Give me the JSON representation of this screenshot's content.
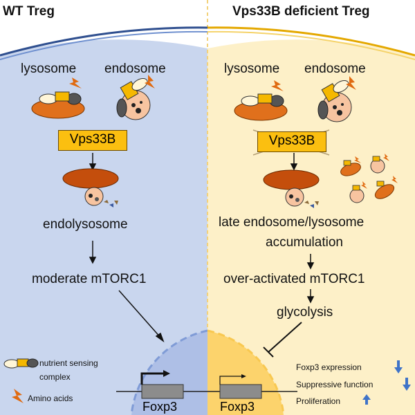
{
  "left_panel": {
    "title": "WT Treg",
    "lysosome_label": "lysosome",
    "endosome_label": "endosome",
    "vps_label": "Vps33B",
    "endolysosome_label": "endolysosome",
    "mtorc1_label": "moderate mTORC1",
    "gene_label": "Foxp3"
  },
  "right_panel": {
    "title": "Vps33B deficient Treg",
    "lysosome_label": "lysosome",
    "endosome_label": "endosome",
    "vps_label": "Vps33B",
    "accumulation_line1": "late endosome/lysosome",
    "accumulation_line2": "accumulation",
    "mtorc1_label": "over-activated  mTORC1",
    "glycolysis_label": "glycolysis",
    "gene_label": "Foxp3"
  },
  "outcomes": [
    {
      "label": "Foxp3 expression",
      "direction": "down"
    },
    {
      "label": "Suppressive function",
      "direction": "down"
    },
    {
      "label": "Proliferation",
      "direction": "up"
    }
  ],
  "legend": {
    "complex_line1": "nutrient sensing",
    "complex_line2": "complex",
    "amino_acids": "Amino acids"
  },
  "colors": {
    "left_bg": "#c9d6ee",
    "right_bg": "#fdf0c8",
    "membrane_left": "#2f4f8f",
    "membrane_right": "#f0b820",
    "organelle": "#e0701c",
    "vps_box": "#fbbf10",
    "arrow_blue": "#3f73c8"
  }
}
